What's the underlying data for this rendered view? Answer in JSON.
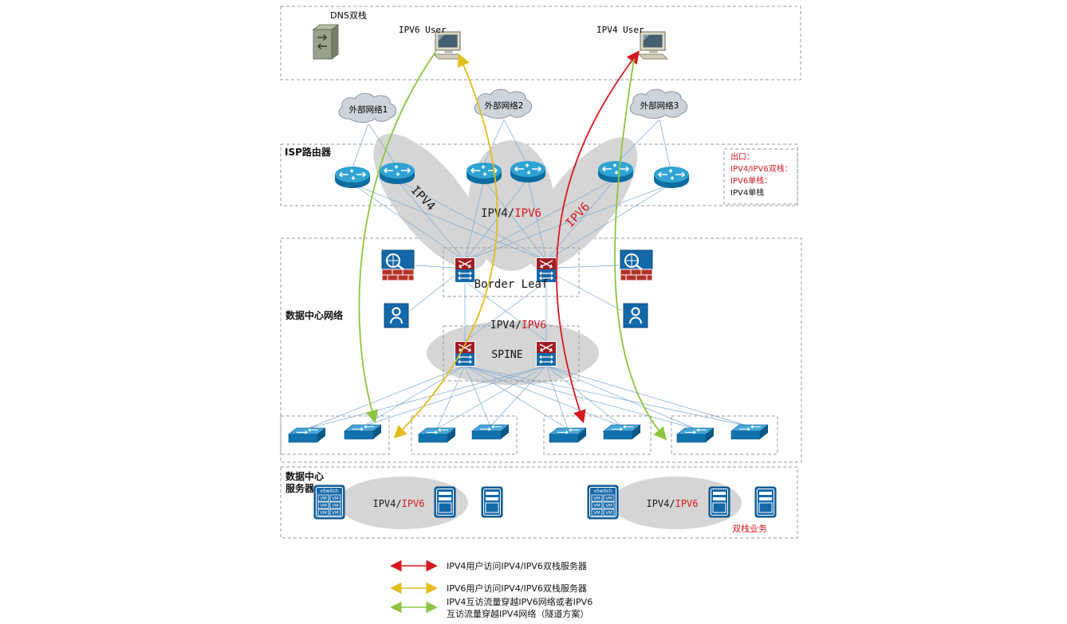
{
  "top": {
    "dns_label": "DNS双栈",
    "ipv6_user": "IPV6 User",
    "ipv4_user": "IPV4 User"
  },
  "clouds": {
    "c1": "外部网络1",
    "c2": "外部网络2",
    "c3": "外部网络3"
  },
  "sections": {
    "isp": "ISP路由器",
    "dc_network": "数据中心网络",
    "dc_servers_1": "数据中心",
    "dc_servers_2": "服务器"
  },
  "blobs": {
    "ipv4": "IPV4",
    "mid_prefix": "IPV4/",
    "mid_suffix": "IPV6",
    "ipv6": "IPV6",
    "core_prefix": "IPV4/",
    "core_suffix": "IPV6",
    "border_leaf": "Border Leaf",
    "spine": "SPINE"
  },
  "exit_legend": {
    "line1": "出口：",
    "line2": "IPV4/IPV6双栈：",
    "line3": "IPV6单栈：",
    "line4": "IPV4单栈"
  },
  "servers": {
    "left_prefix": "IPV4/",
    "left_suffix": "IPV6",
    "right_prefix": "IPV4/",
    "right_suffix": "IPV6",
    "dual_stack_label": "双栈业务",
    "vswitch_label": "vSwitch",
    "vm_label": "VM"
  },
  "legend": {
    "red": "IPV4用户访问IPV4/IPV6双栈服务器",
    "yellow": "IPV6用户访问IPV4/IPV6双栈服务器",
    "green_1": "IPV4互访流量穿越IPV6网络或者IPV6",
    "green_2": "互访流量穿越IPV4网络（隧道方案）"
  },
  "colors": {
    "red": "#d6191f",
    "yellow": "#e3bd1d",
    "green": "#8cc63f",
    "line_blue": "#7aa7d4",
    "blob_gray": "#d5d5d5",
    "device_blue": "#1568a8"
  }
}
